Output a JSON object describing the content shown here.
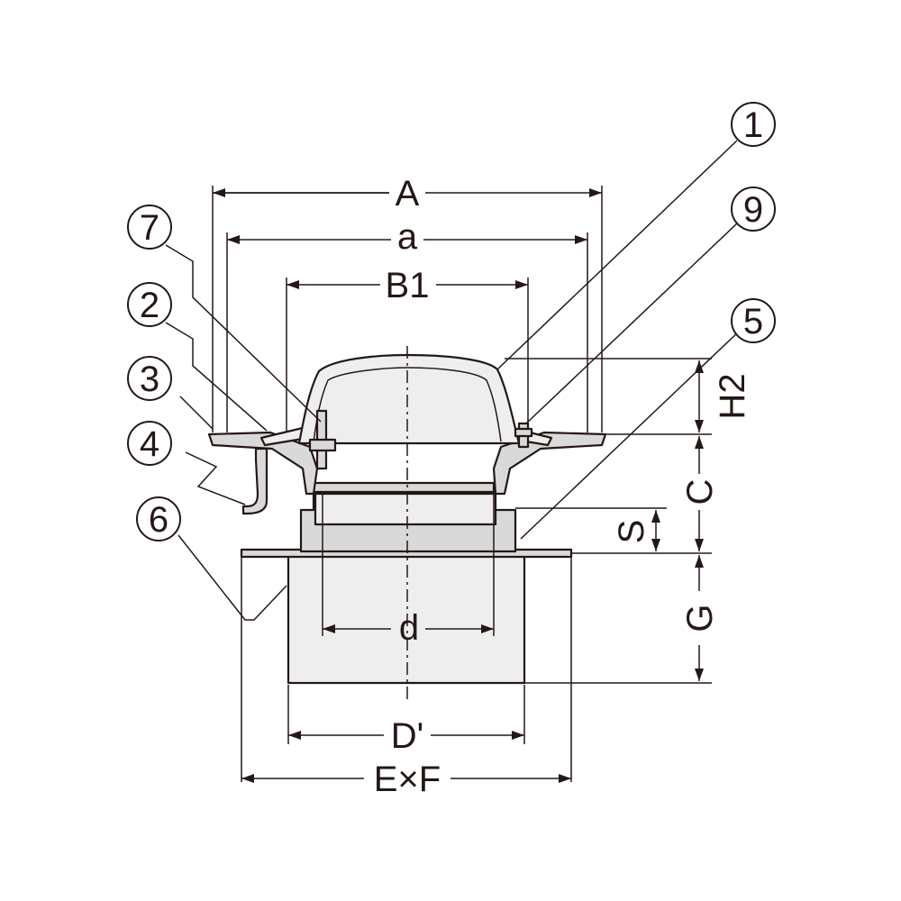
{
  "dimensions": {
    "A": "A",
    "a": "a",
    "B1": "B1",
    "H2": "H2",
    "C": "C",
    "S": "S",
    "G": "G",
    "d": "d",
    "D_prime": "D'",
    "ExF": "E×F"
  },
  "part_callouts": [
    "1",
    "9",
    "5",
    "7",
    "2",
    "3",
    "4",
    "6"
  ]
}
